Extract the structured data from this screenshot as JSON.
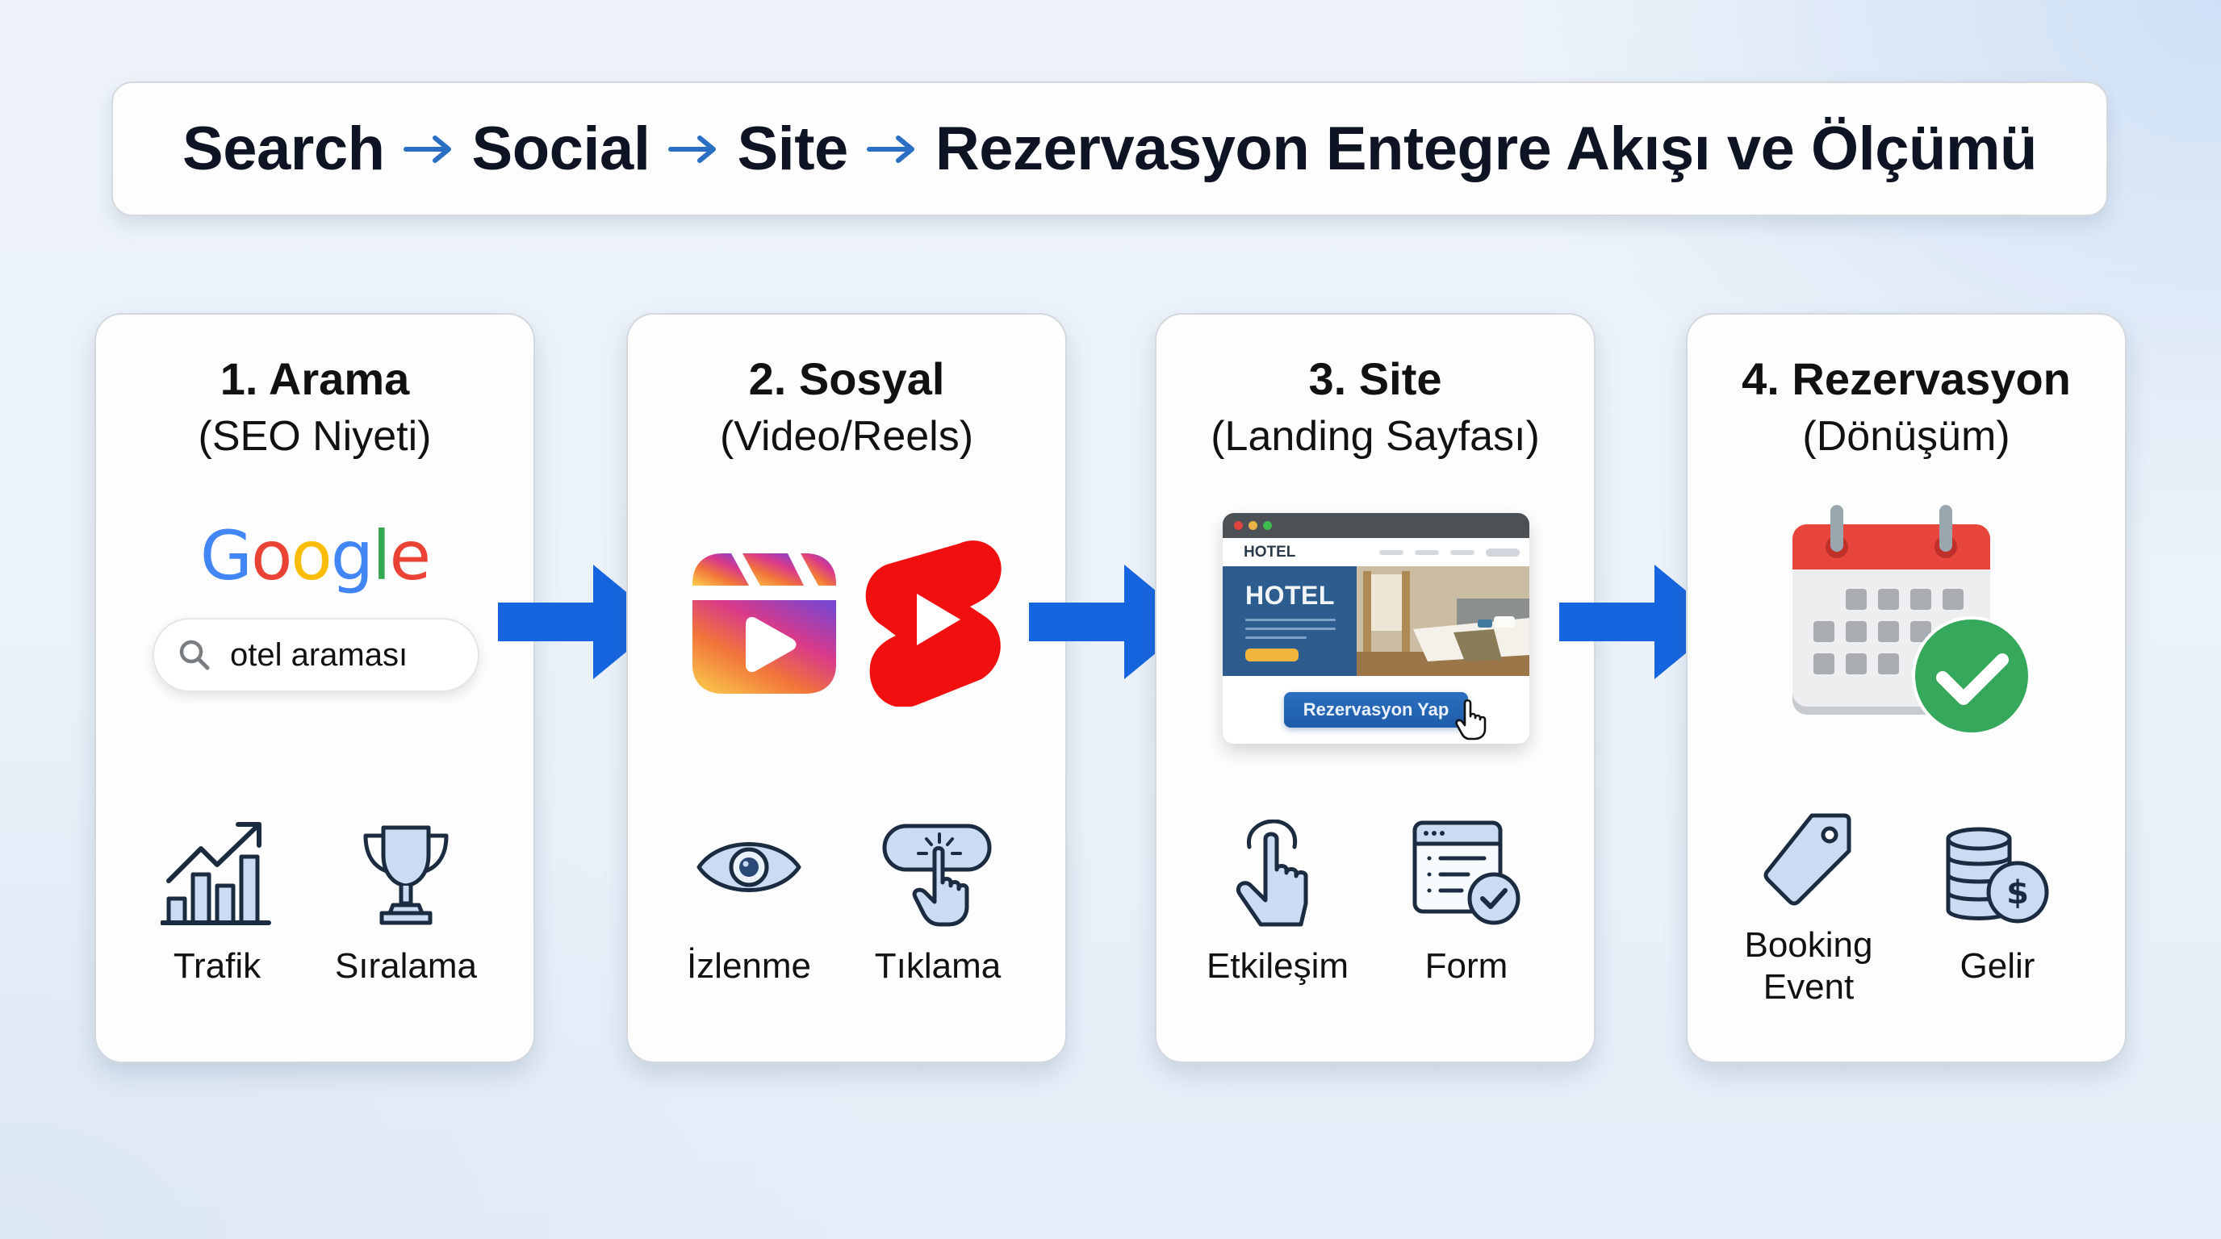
{
  "header": {
    "segments": [
      "Search",
      "Social",
      "Site",
      "Rezervasyon Entegre Akışı ve Ölçümü"
    ],
    "separator_icon": "right-arrow-icon",
    "arrow_color": "#2a6fc4"
  },
  "colors": {
    "flow_arrow": "#1565e0",
    "icon_fill": "#c9dcf2",
    "icon_stroke": "#1b2b40",
    "google_blue": "#4285F4",
    "google_red": "#EA4335",
    "google_yellow": "#FBBC05",
    "google_green": "#34A853",
    "shorts_red": "#f20f0f",
    "calendar_red": "#e8453c",
    "check_green": "#35a85b"
  },
  "steps": [
    {
      "number": "1.",
      "title": "1. Arama",
      "subtitle": "(SEO Niyeti)",
      "visual": {
        "type": "google-search",
        "logo_text": "Google",
        "search_query": "otel araması",
        "search_icon": "magnifier-icon"
      },
      "metrics": [
        {
          "label": "Trafik",
          "icon": "growth-chart-icon"
        },
        {
          "label": "Sıralama",
          "icon": "trophy-icon"
        }
      ]
    },
    {
      "number": "2.",
      "title": "2. Sosyal",
      "subtitle": "(Video/Reels)",
      "visual": {
        "type": "social-logos",
        "logos": [
          "instagram-reels-icon",
          "youtube-shorts-icon"
        ]
      },
      "metrics": [
        {
          "label": "İzlenme",
          "icon": "eye-icon"
        },
        {
          "label": "Tıklama",
          "icon": "click-button-icon"
        }
      ]
    },
    {
      "number": "3.",
      "title": "3. Site",
      "subtitle": "(Landing Sayfası)",
      "visual": {
        "type": "landing-page-mockup",
        "nav_brand": "HOTEL",
        "hero_title": "HOTEL",
        "cta_label": "Rezervasyon Yap",
        "cursor_icon": "hand-cursor-icon"
      },
      "metrics": [
        {
          "label": "Etkileşim",
          "icon": "tap-gesture-icon"
        },
        {
          "label": "Form",
          "icon": "form-check-icon"
        }
      ]
    },
    {
      "number": "4.",
      "title": "4. Rezervasyon",
      "subtitle": "(Dönüşüm)",
      "visual": {
        "type": "calendar-confirmed",
        "icon": "calendar-check-icon"
      },
      "metrics": [
        {
          "label": "Booking Event",
          "label_lines": [
            "Booking",
            "Event"
          ],
          "icon": "price-tag-icon"
        },
        {
          "label": "Gelir",
          "icon": "coins-dollar-icon"
        }
      ]
    }
  ],
  "connectors": [
    {
      "from": "1. Arama",
      "to": "2. Sosyal",
      "icon": "flow-arrow-icon"
    },
    {
      "from": "2. Sosyal",
      "to": "3. Site",
      "icon": "flow-arrow-icon"
    },
    {
      "from": "3. Site",
      "to": "4. Rezervasyon",
      "icon": "flow-arrow-icon"
    }
  ]
}
